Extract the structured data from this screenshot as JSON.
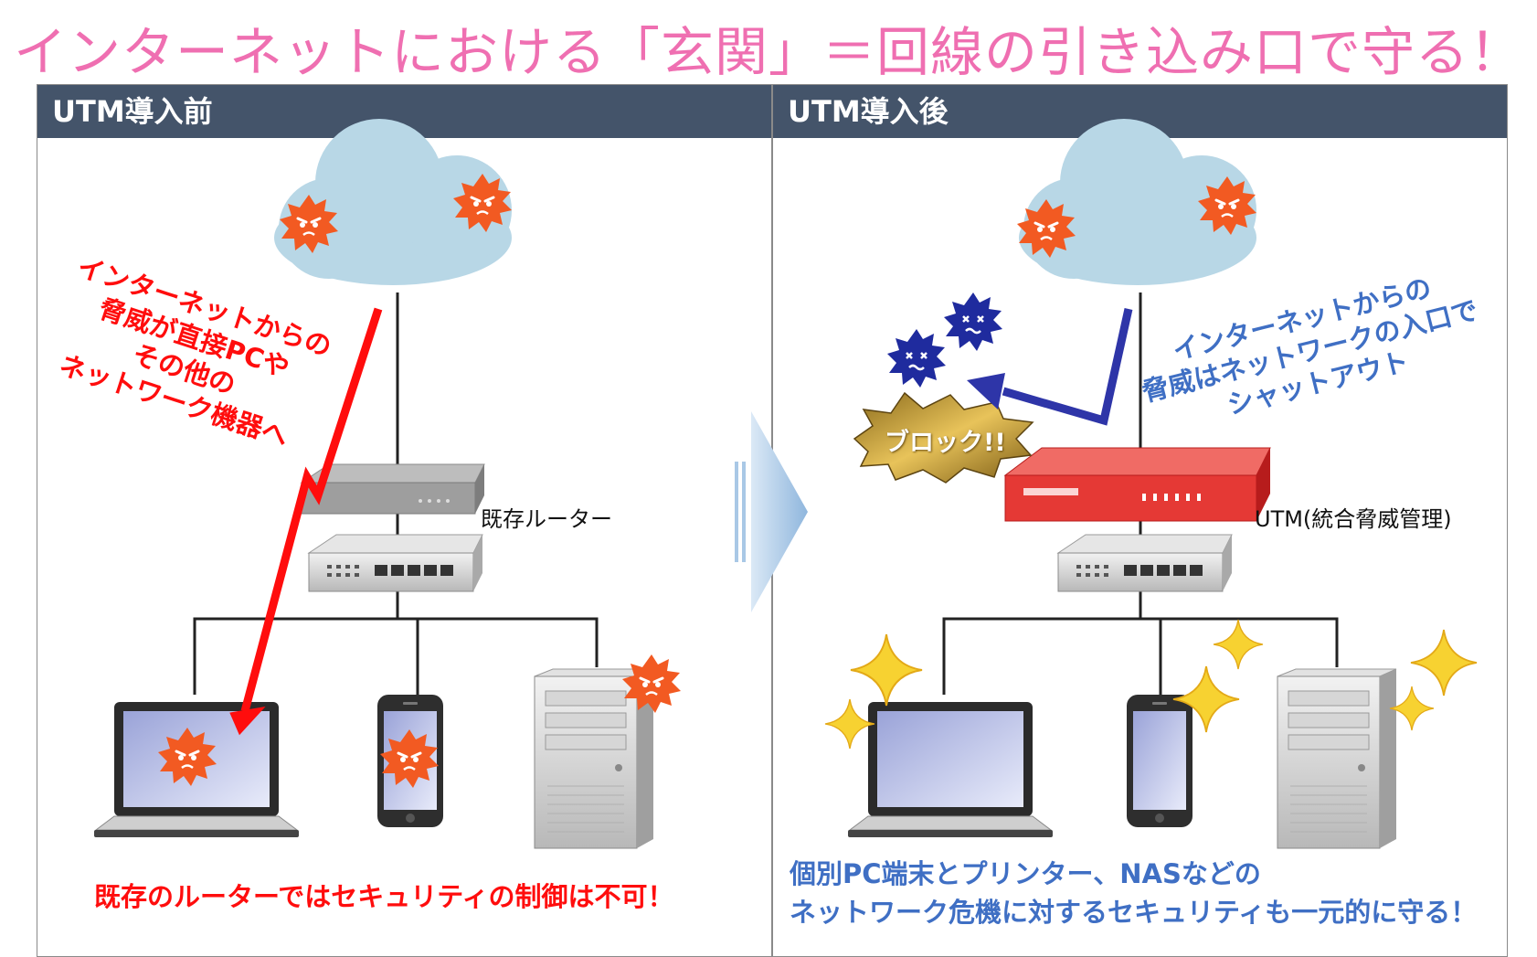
{
  "title": "インターネットにおける「玄関」＝回線の引き込み口で守る！",
  "left_panel": {
    "header": "UTM導入前",
    "threat_text": [
      "インターネットからの",
      "脅威が直接PCや",
      "その他の",
      "ネットワーク機器へ"
    ],
    "router_label": "既存ルーター",
    "caption": "既存のルーターではセキュリティの制御は不可！"
  },
  "right_panel": {
    "header": "UTM導入後",
    "threat_text": [
      "インターネットからの",
      "脅威はネットワークの入口で",
      "シャットアウト"
    ],
    "block_label": "ブロック!!",
    "utm_label": "UTM(統合脅威管理)",
    "caption": [
      "個別PC端末とプリンター、NASなどの",
      "ネットワーク危機に対するセキュリティも一元的に守る！"
    ]
  },
  "colors": {
    "title": "#ef6fb1",
    "header_bg": "#44546a",
    "threat_red": "#ff0d0d",
    "threat_blue": "#3f6fc4",
    "cloud": "#b8d7e6",
    "virus": "#f25a22",
    "virus_blocked": "#1f2b9e",
    "utm_red": "#e53935"
  },
  "icons": [
    "cloud-icon",
    "virus-icon",
    "router-icon",
    "switch-icon",
    "laptop-icon",
    "smartphone-icon",
    "tower-pc-icon",
    "utm-appliance-icon",
    "sparkle-icon",
    "arrow-icon"
  ]
}
